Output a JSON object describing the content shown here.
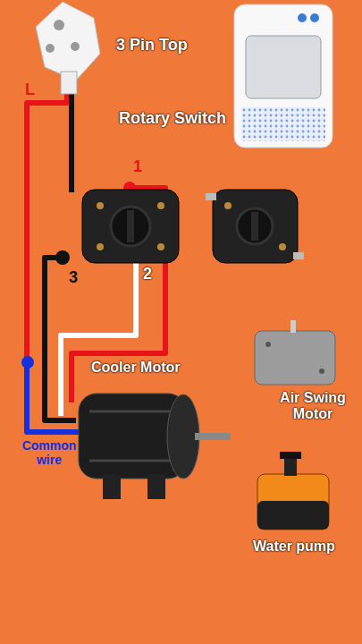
{
  "diagram": {
    "labels": [
      "3 Pin Top",
      "Rotary Switch",
      "L",
      "1",
      "2",
      "3",
      "Cooler Motor",
      "Common wire",
      "Air Swing Motor",
      "Water pump"
    ]
  }
}
